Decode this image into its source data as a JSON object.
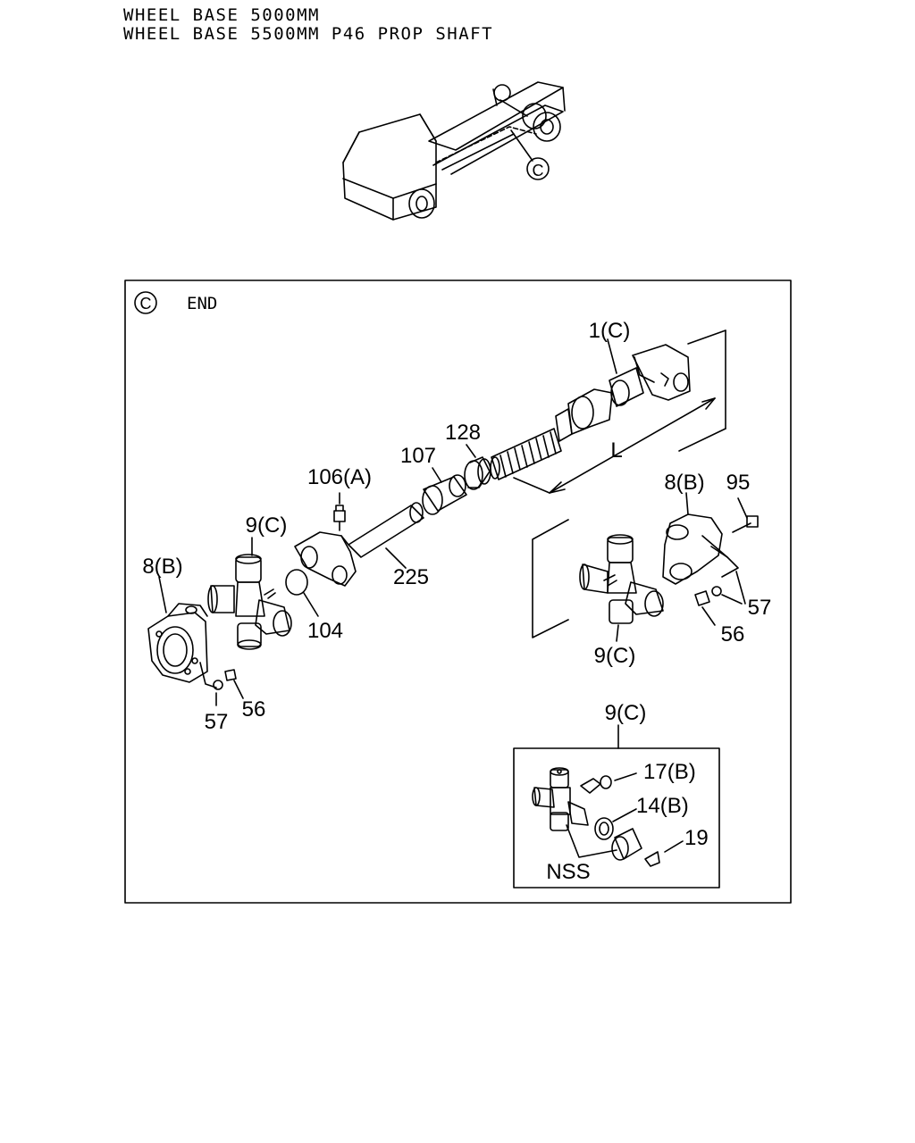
{
  "header": {
    "line1": "WHEEL BASE 5000MM",
    "line2": "WHEEL BASE 5500MM P46 PROP SHAFT"
  },
  "overview": {
    "callout": "C"
  },
  "detail": {
    "view_symbol": "C",
    "view_label": "END",
    "dimension_label": "L",
    "parts": [
      {
        "ref": "1(C)"
      },
      {
        "ref": "128"
      },
      {
        "ref": "107"
      },
      {
        "ref": "106(A)"
      },
      {
        "ref": "9(C)"
      },
      {
        "ref": "8(B)"
      },
      {
        "ref": "225"
      },
      {
        "ref": "104"
      },
      {
        "ref": "57"
      },
      {
        "ref": "56"
      },
      {
        "ref": "8(B)"
      },
      {
        "ref": "95"
      },
      {
        "ref": "57"
      },
      {
        "ref": "56"
      },
      {
        "ref": "9(C)"
      }
    ]
  },
  "inset": {
    "title": "9(C)",
    "parts": [
      {
        "ref": "17(B)"
      },
      {
        "ref": "14(B)"
      },
      {
        "ref": "19"
      },
      {
        "ref": "NSS"
      }
    ]
  }
}
